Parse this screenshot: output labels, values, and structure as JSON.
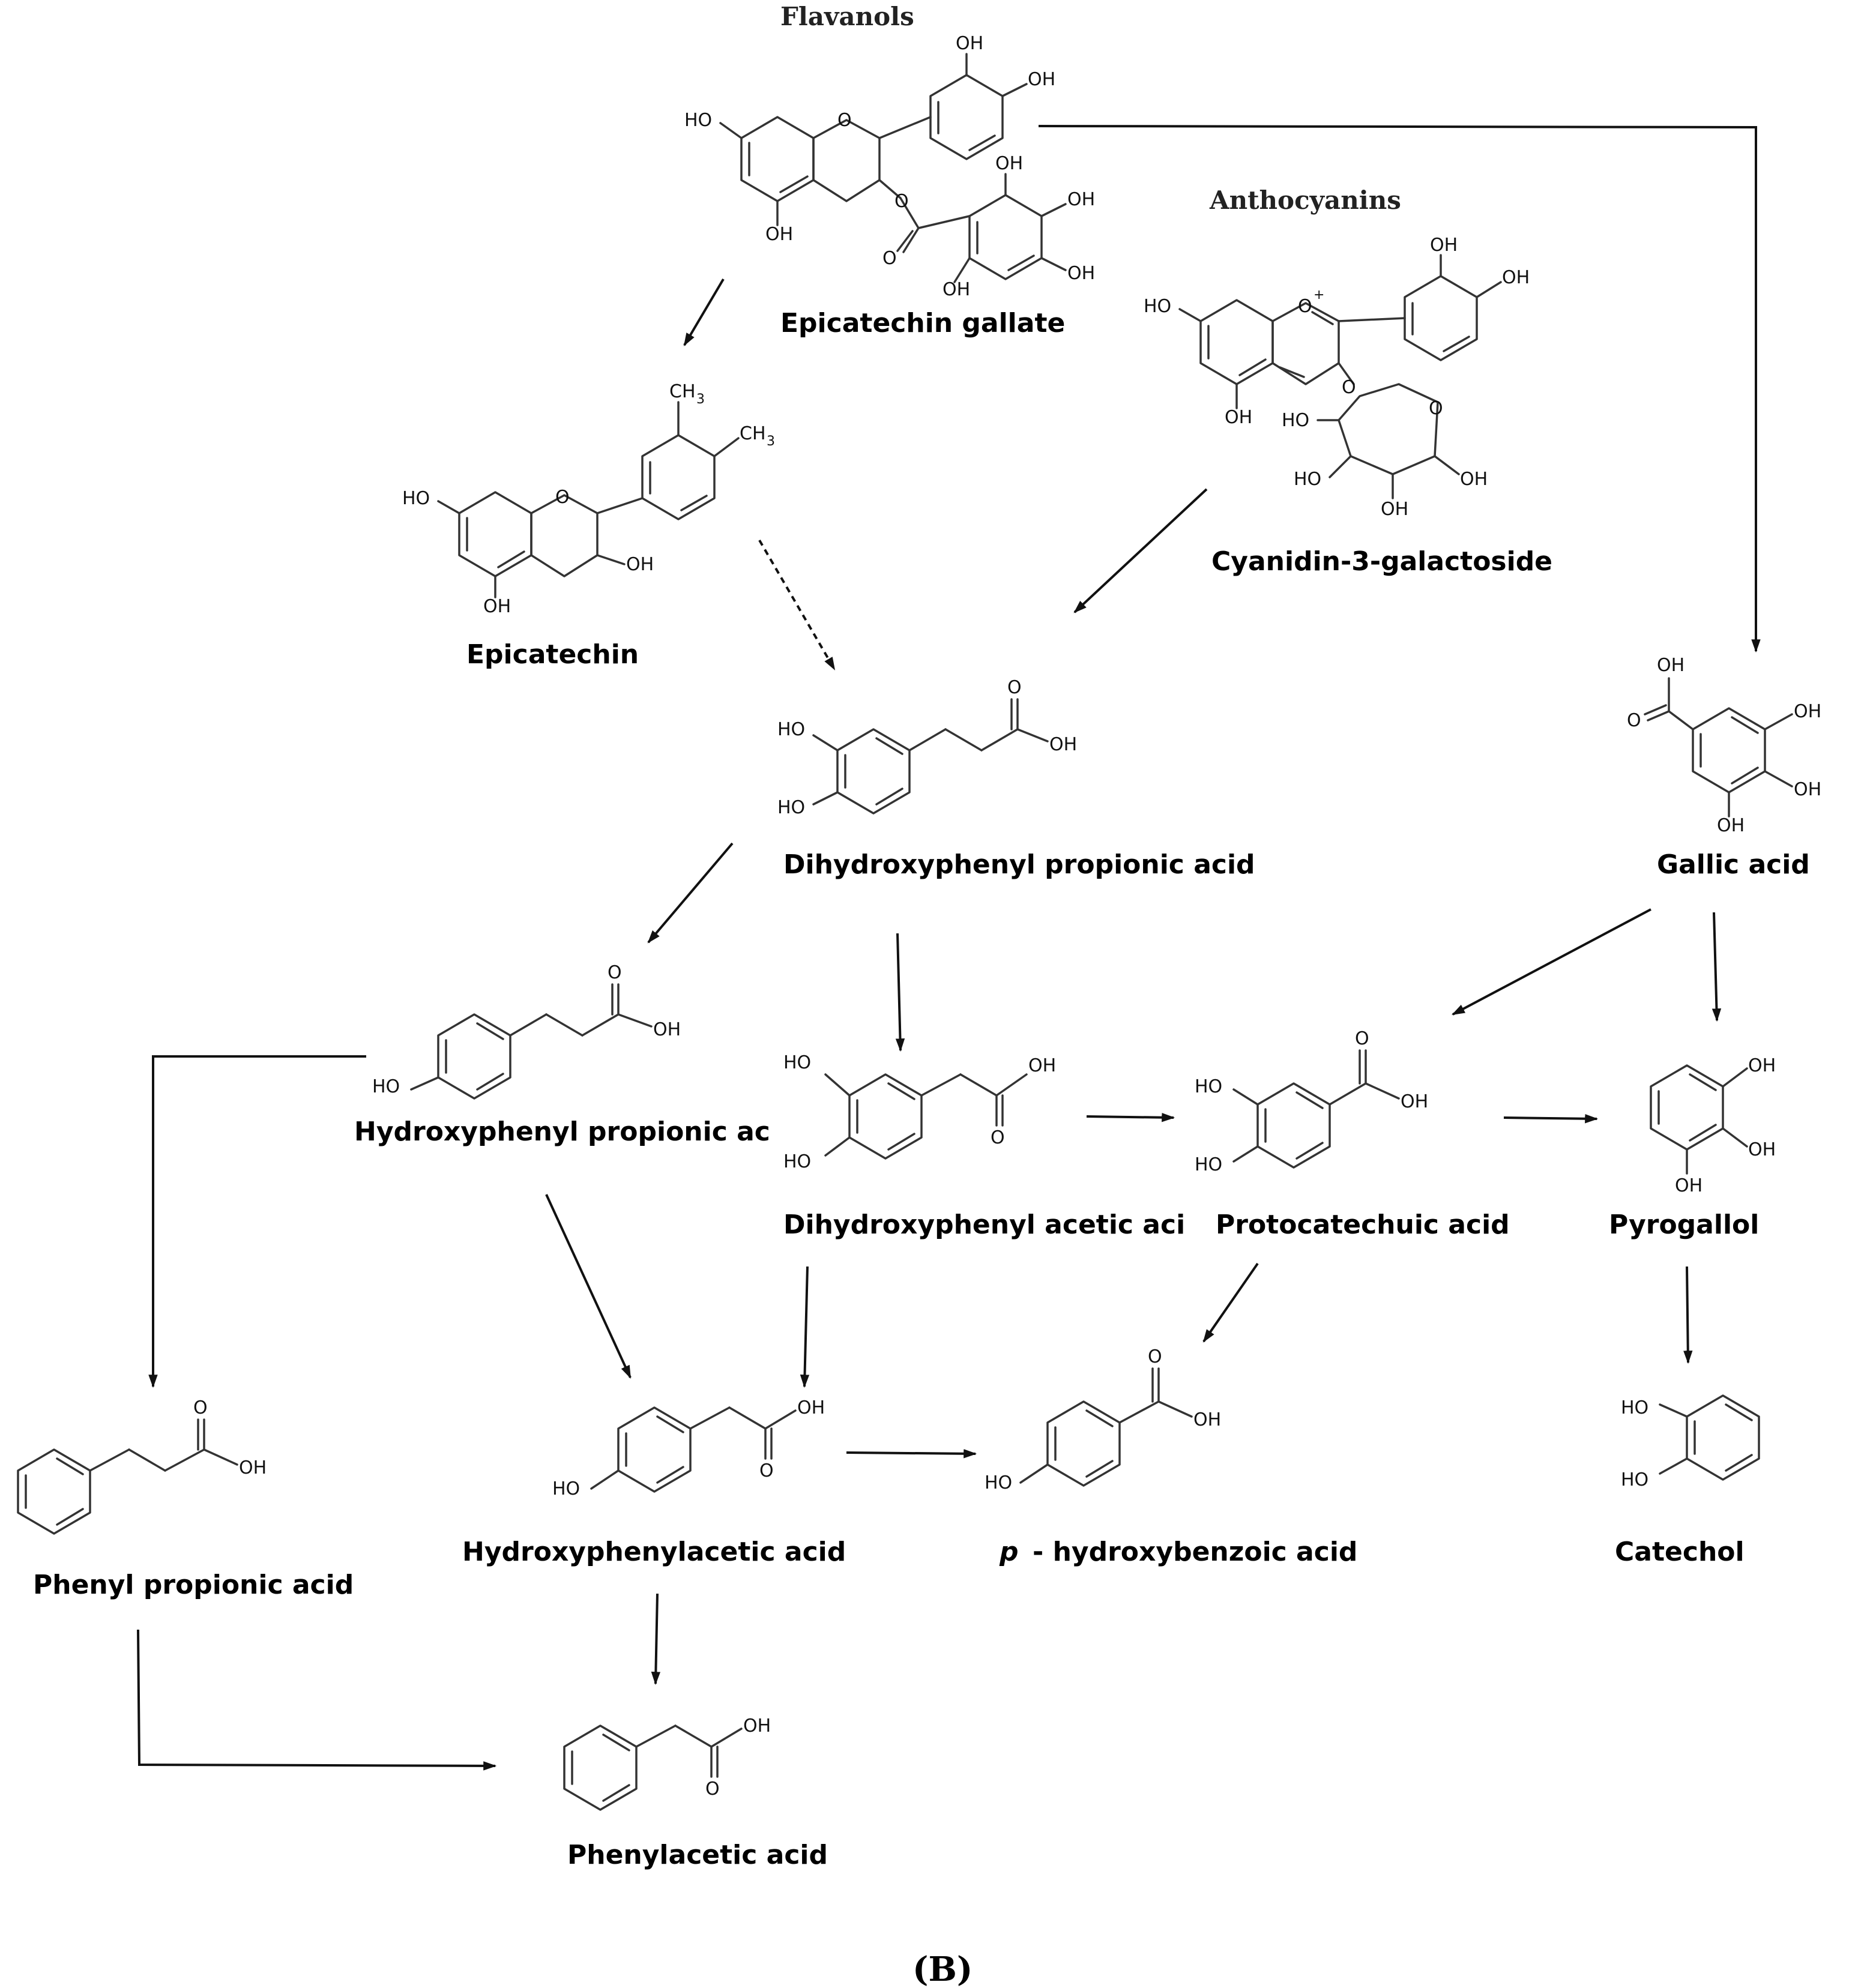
{
  "panel_label": "(B)",
  "classes": {
    "flavanols": "Flavanols",
    "anthocyanins": "Anthocyanins"
  },
  "compounds": {
    "epicatechin_gallate": "Epicatechin gallate",
    "epicatechin": "Epicatechin",
    "cyanidin_3_galactoside": "Cyanidin-3-galactoside",
    "dihydroxyphenyl_propionic_acid": "Dihydroxyphenyl propionic acid",
    "gallic_acid": "Gallic acid",
    "hydroxyphenyl_propionic_acid": "Hydroxyphenyl propionic ac",
    "dihydroxyphenyl_acetic_acid": "Dihydroxyphenyl acetic aci",
    "protocatechuic_acid": "Protocatechuic acid",
    "pyrogallol": "Pyrogallol",
    "phenyl_propionic_acid": "Phenyl propionic acid",
    "hydroxyphenylacetic_acid": "Hydroxyphenylacetic acid",
    "p_hydroxybenzoic_acid": "- hydroxybenzoic acid",
    "p_prefix": "p",
    "catechol": "Catechol",
    "phenylacetic_acid": "Phenylacetic acid"
  },
  "atoms": {
    "oh": "OH",
    "ho": "HO",
    "o": "O",
    "ch3": "CH",
    "three": "3",
    "plus": "+"
  }
}
